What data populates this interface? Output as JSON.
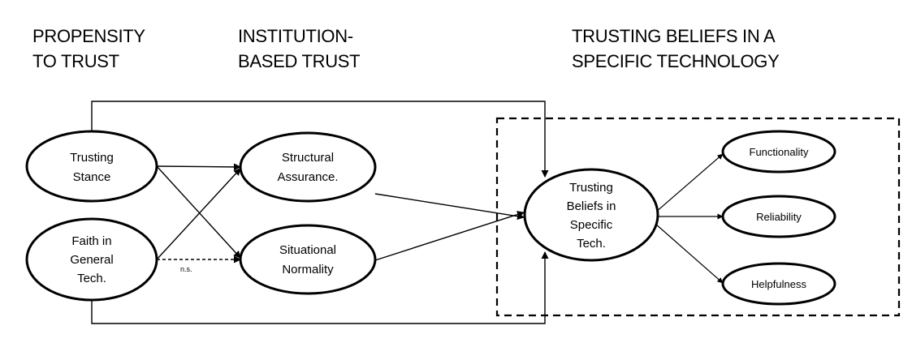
{
  "headers": {
    "propensity": {
      "line1": "PROPENSITY",
      "line2": "TO TRUST"
    },
    "institution": {
      "line1": "INSTITUTION-",
      "line2": "BASED TRUST"
    },
    "beliefs": {
      "line1": "TRUSTING BELIEFS IN A",
      "line2": "SPECIFIC TECHNOLOGY"
    }
  },
  "nodes": {
    "trusting_stance": {
      "line1": "Trusting",
      "line2": "Stance"
    },
    "faith_general_tech": {
      "line1": "Faith in",
      "line2": "General",
      "line3": "Tech."
    },
    "structural_assurance": {
      "line1": "Structural",
      "line2": "Assurance."
    },
    "situational_normality": {
      "line1": "Situational",
      "line2": "Normality"
    },
    "trusting_beliefs": {
      "line1": "Trusting",
      "line2": "Beliefs in",
      "line3": "Specific",
      "line4": "Tech."
    }
  },
  "outcomes": {
    "functionality": "Functionality",
    "reliability": "Reliability",
    "helpfulness": "Helpfulness"
  },
  "annotations": {
    "non_significant": "n.s."
  }
}
